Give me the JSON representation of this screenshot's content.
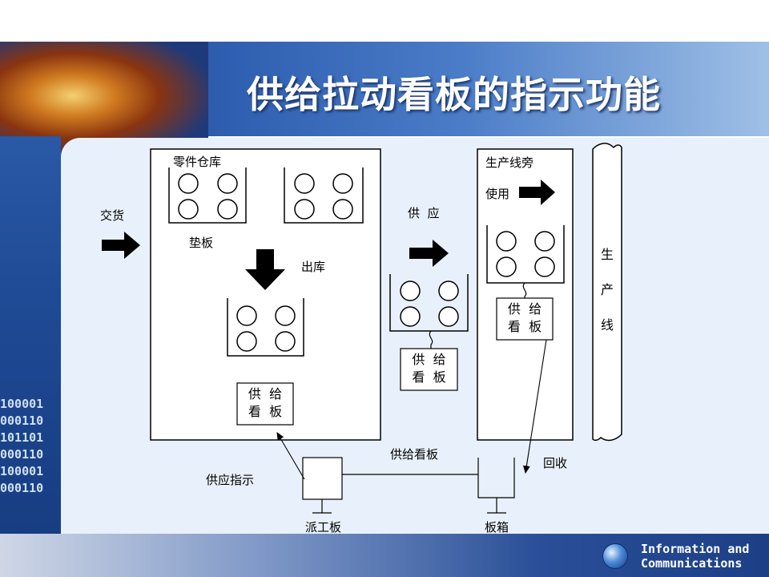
{
  "slide_title": "供给拉动看板的指示功能",
  "brand": {
    "line1": "Information and",
    "line2": "Communications"
  },
  "binary_text": "100001\n000110\n101101\n000110\n100001\n000110",
  "labels": {
    "warehouse": "零件仓库",
    "delivery": "交货",
    "pallet": "垫板",
    "outbound": "出库",
    "supply": "供  应",
    "lineside": "生产线旁",
    "use": "使用",
    "kanban_line1": "供  给",
    "kanban_line2": "看  板",
    "line_c1": "生",
    "line_c2": "产",
    "line_c3": "线",
    "supply_kanban": "供给看板",
    "recycle": "回收",
    "supply_instruction": "供应指示",
    "dispatch_board": "派工板",
    "board_box": "板箱"
  },
  "colors": {
    "panel": "#e8f1fb",
    "title_bar": "#2f5fb0",
    "title_text": "#ffffff"
  }
}
